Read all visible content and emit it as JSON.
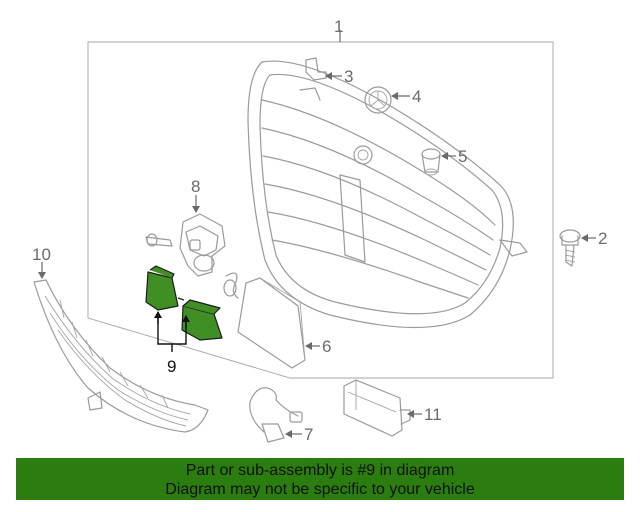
{
  "diagram": {
    "callouts": [
      {
        "id": "callout-1",
        "label": "1"
      },
      {
        "id": "callout-2",
        "label": "2"
      },
      {
        "id": "callout-3",
        "label": "3"
      },
      {
        "id": "callout-4",
        "label": "4"
      },
      {
        "id": "callout-5",
        "label": "5"
      },
      {
        "id": "callout-6",
        "label": "6"
      },
      {
        "id": "callout-7",
        "label": "7"
      },
      {
        "id": "callout-8",
        "label": "8"
      },
      {
        "id": "callout-9",
        "label": "9"
      },
      {
        "id": "callout-10",
        "label": "10"
      },
      {
        "id": "callout-11",
        "label": "11"
      }
    ],
    "highlight_color": "#3f8f24"
  },
  "banner": {
    "line1": "Part or sub-assembly is #9 in diagram",
    "line2": "Diagram may not be specific to your vehicle",
    "background": "#2b7d0f"
  }
}
